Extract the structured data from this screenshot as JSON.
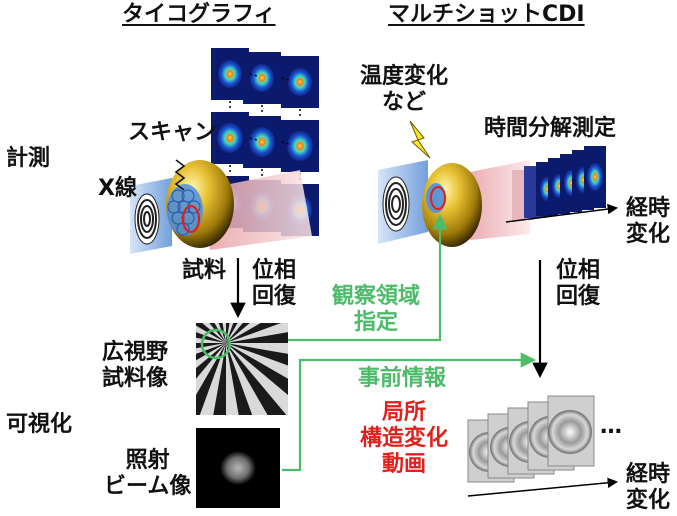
{
  "headers": {
    "ptycho": "タイコグラフィ",
    "multishot": "マルチショットCDI"
  },
  "rows": {
    "measurement": "計測",
    "visualization": "可視化"
  },
  "ptycho": {
    "scan": "スキャン",
    "xray": "X線",
    "sample": "試料",
    "phase": [
      "位相",
      "回復"
    ]
  },
  "multishot": {
    "temp_change": [
      "温度変化",
      "など"
    ],
    "time_resolved": "時間分解測定",
    "time_change_top": [
      "経時",
      "変化"
    ],
    "phase": [
      "位相",
      "回復"
    ],
    "time_change_bottom": [
      "経時",
      "変化"
    ]
  },
  "links": {
    "region": [
      "観察領域",
      "指定"
    ],
    "prior": "事前情報"
  },
  "outputs": {
    "wide_image": [
      "広視野",
      "試料像"
    ],
    "beam_image": [
      "照射",
      "ビーム像"
    ],
    "local_movie": [
      "局所",
      "構造変化",
      "動画"
    ]
  },
  "ellipsis": "…",
  "colors": {
    "green": "#4dbb6a",
    "red": "#e0201b",
    "gold": "#c9a227",
    "beam": "#6b9bd8"
  }
}
